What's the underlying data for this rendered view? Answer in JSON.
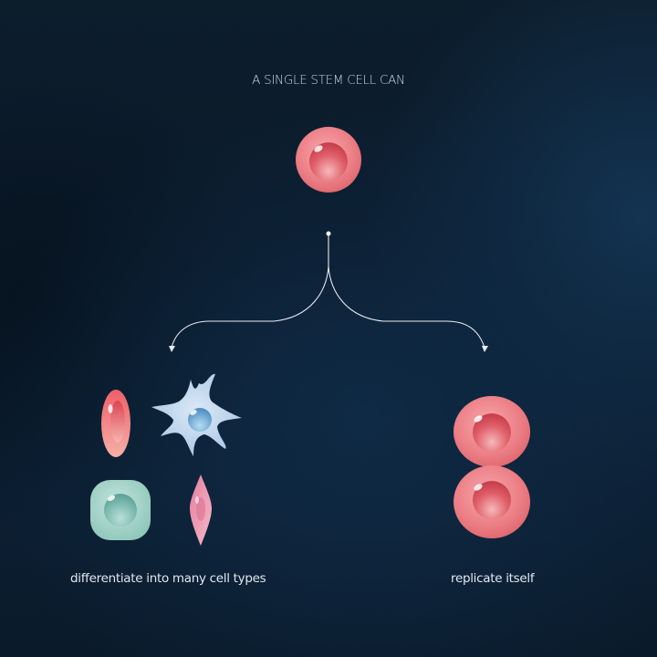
{
  "title": "A SINGLE  STEM CELL CAN",
  "branches": {
    "left": {
      "caption": "differentiate into many cell types"
    },
    "right": {
      "caption": "replicate itself"
    }
  },
  "cells": {
    "stem_cell": {
      "label": "stem-cell",
      "color": "#e8767d"
    },
    "differentiated": [
      {
        "name": "red-blood-cell",
        "color": "#ec6f76"
      },
      {
        "name": "nerve-cell",
        "color": "#b9d3ec"
      },
      {
        "name": "epithelial-cell",
        "color": "#9fcfc6"
      },
      {
        "name": "muscle-cell",
        "color": "#e590ab"
      }
    ],
    "replicated": [
      {
        "name": "daughter-cell-1",
        "color": "#e8767d"
      },
      {
        "name": "daughter-cell-2",
        "color": "#e8767d"
      }
    ]
  },
  "colors": {
    "background": "#0c1d2c",
    "text": "#d0d8e0",
    "arrow": "#e6ecf2"
  }
}
